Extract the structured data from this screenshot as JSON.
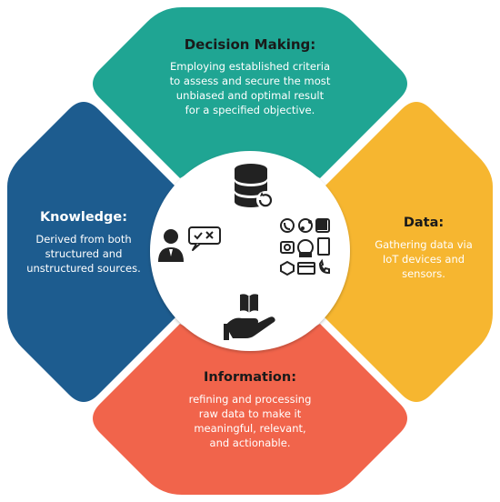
{
  "decision": {
    "title": "Decision Making:",
    "lines": [
      "Employing established criteria",
      "to assess and secure the most",
      "unbiased and optimal result",
      "for a specified objective."
    ],
    "color": "#1fa593"
  },
  "knowledge": {
    "title": "Knowledge:",
    "lines": [
      "Derived from both",
      "structured and",
      "unstructured sources."
    ],
    "color": "#1d5c8f"
  },
  "data": {
    "title": "Data:",
    "lines": [
      "Gathering data via",
      "IoT devices and",
      "sensors."
    ],
    "color": "#f6b630"
  },
  "information": {
    "title": "Information:",
    "lines": [
      "refining and processing",
      "raw data to make it",
      "meaningful, relevant,",
      "and actionable."
    ],
    "color": "#f1644b"
  },
  "center": {
    "color": "#ffffff",
    "icons": [
      "database-refresh-icon",
      "person-chat-icon",
      "iot-devices-icon",
      "hand-book-icon"
    ]
  }
}
